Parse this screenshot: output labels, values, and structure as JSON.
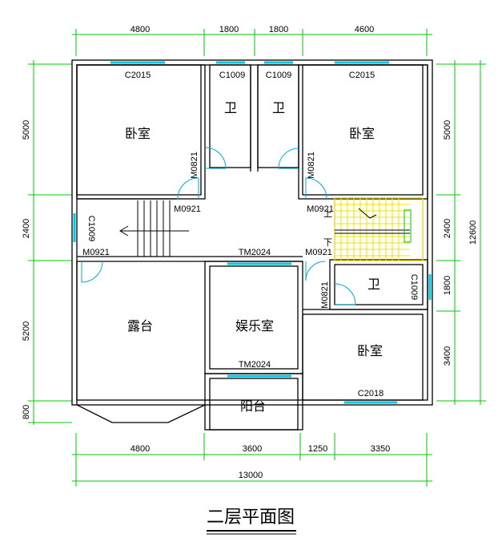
{
  "dimensions": {
    "top": [
      "4800",
      "1800",
      "1800",
      "4600"
    ],
    "bottom": [
      "4800",
      "3600",
      "1250",
      "3350"
    ],
    "total": "13000",
    "left": [
      "5000",
      "2400",
      "5200",
      "800"
    ],
    "right": [
      "5000",
      "2400",
      "1800",
      "3400"
    ],
    "right_total": "12600"
  },
  "windows": {
    "c2015_left": "C2015",
    "c1009_a": "C1009",
    "c1009_b": "C1009",
    "c2015_right": "C2015",
    "c1009_left": "C1009",
    "c1009_right": "C1009",
    "c2018": "C2018",
    "tm2024_top": "TM2024",
    "tm2024_bottom": "TM2024"
  },
  "doors": {
    "m0821_a": "M0821",
    "m0821_b": "M0821",
    "m0821_c": "M0821",
    "m0921_a": "M0921",
    "m0921_b": "M0921",
    "m0921_c": "M0921",
    "m0921_d": "M0921"
  },
  "rooms": {
    "bedroom_nw": "卧室",
    "bath_1": "卫",
    "bath_2": "卫",
    "bedroom_ne": "卧室",
    "terrace": "露台",
    "entertainment": "娱乐室",
    "bath_3": "卫",
    "bedroom_se": "卧室",
    "balcony": "阳台"
  },
  "stair_marks": {
    "up": "上",
    "down": "下"
  },
  "title": "二层平面图"
}
